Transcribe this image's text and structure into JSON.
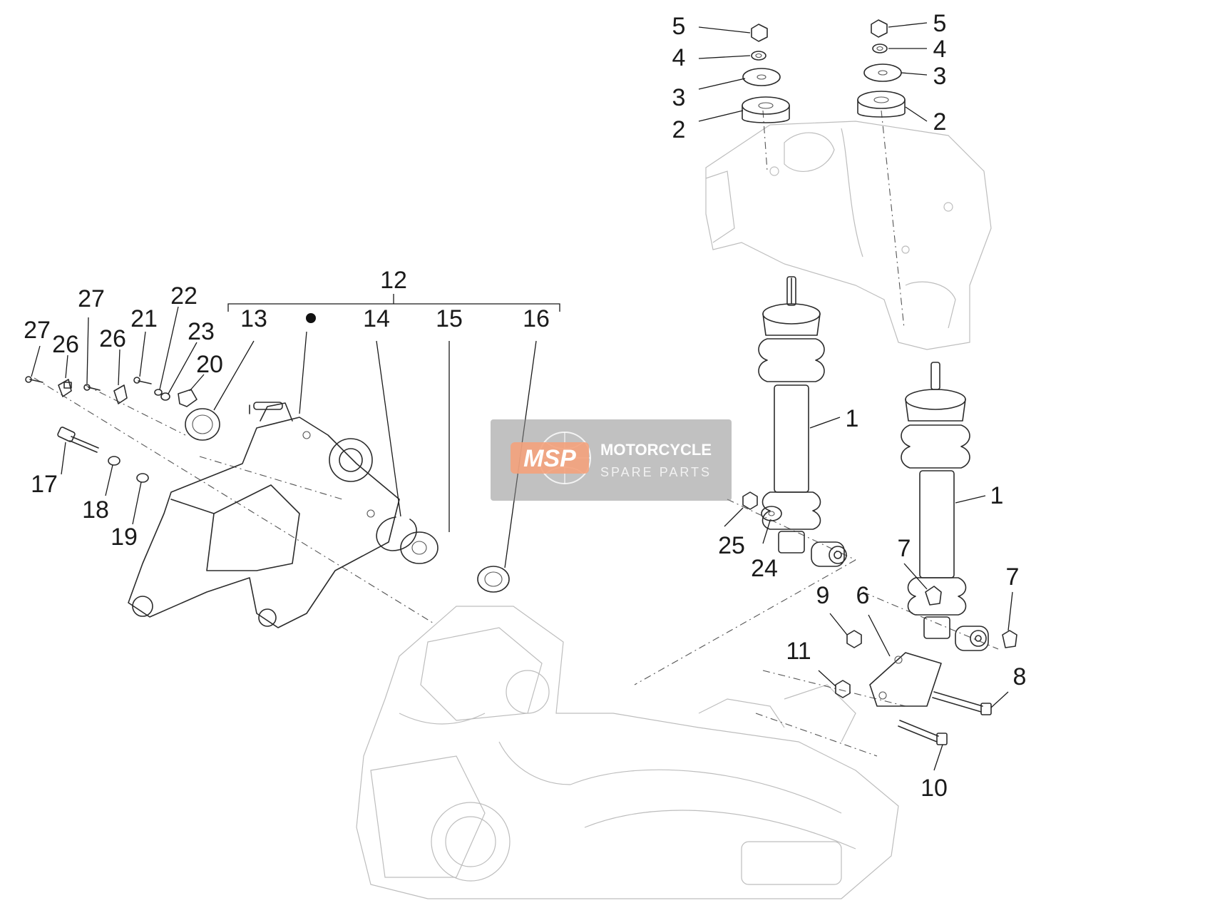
{
  "diagram": {
    "callouts": [
      {
        "id": "c5a",
        "text": "5"
      },
      {
        "id": "c4a",
        "text": "4"
      },
      {
        "id": "c3a",
        "text": "3"
      },
      {
        "id": "c2a",
        "text": "2"
      },
      {
        "id": "c5b",
        "text": "5"
      },
      {
        "id": "c4b",
        "text": "4"
      },
      {
        "id": "c3b",
        "text": "3"
      },
      {
        "id": "c2b",
        "text": "2"
      },
      {
        "id": "c12",
        "text": "12"
      },
      {
        "id": "c13",
        "text": "13"
      },
      {
        "id": "c14",
        "text": "14"
      },
      {
        "id": "c15",
        "text": "15"
      },
      {
        "id": "c16",
        "text": "16"
      },
      {
        "id": "c27a",
        "text": "27"
      },
      {
        "id": "c27b",
        "text": "27"
      },
      {
        "id": "c26a",
        "text": "26"
      },
      {
        "id": "c26b",
        "text": "26"
      },
      {
        "id": "c21",
        "text": "21"
      },
      {
        "id": "c22",
        "text": "22"
      },
      {
        "id": "c23",
        "text": "23"
      },
      {
        "id": "c20",
        "text": "20"
      },
      {
        "id": "c17",
        "text": "17"
      },
      {
        "id": "c18",
        "text": "18"
      },
      {
        "id": "c19",
        "text": "19"
      },
      {
        "id": "c1a",
        "text": "1"
      },
      {
        "id": "c1b",
        "text": "1"
      },
      {
        "id": "c25",
        "text": "25"
      },
      {
        "id": "c24",
        "text": "24"
      },
      {
        "id": "c7a",
        "text": "7"
      },
      {
        "id": "c7b",
        "text": "7"
      },
      {
        "id": "c9",
        "text": "9"
      },
      {
        "id": "c6",
        "text": "6"
      },
      {
        "id": "c11",
        "text": "11"
      },
      {
        "id": "c8",
        "text": "8"
      },
      {
        "id": "c10",
        "text": "10"
      }
    ]
  },
  "watermark": {
    "logo": "MSP",
    "line1": "MOTORCYCLE",
    "line2": "SPARE PARTS"
  }
}
